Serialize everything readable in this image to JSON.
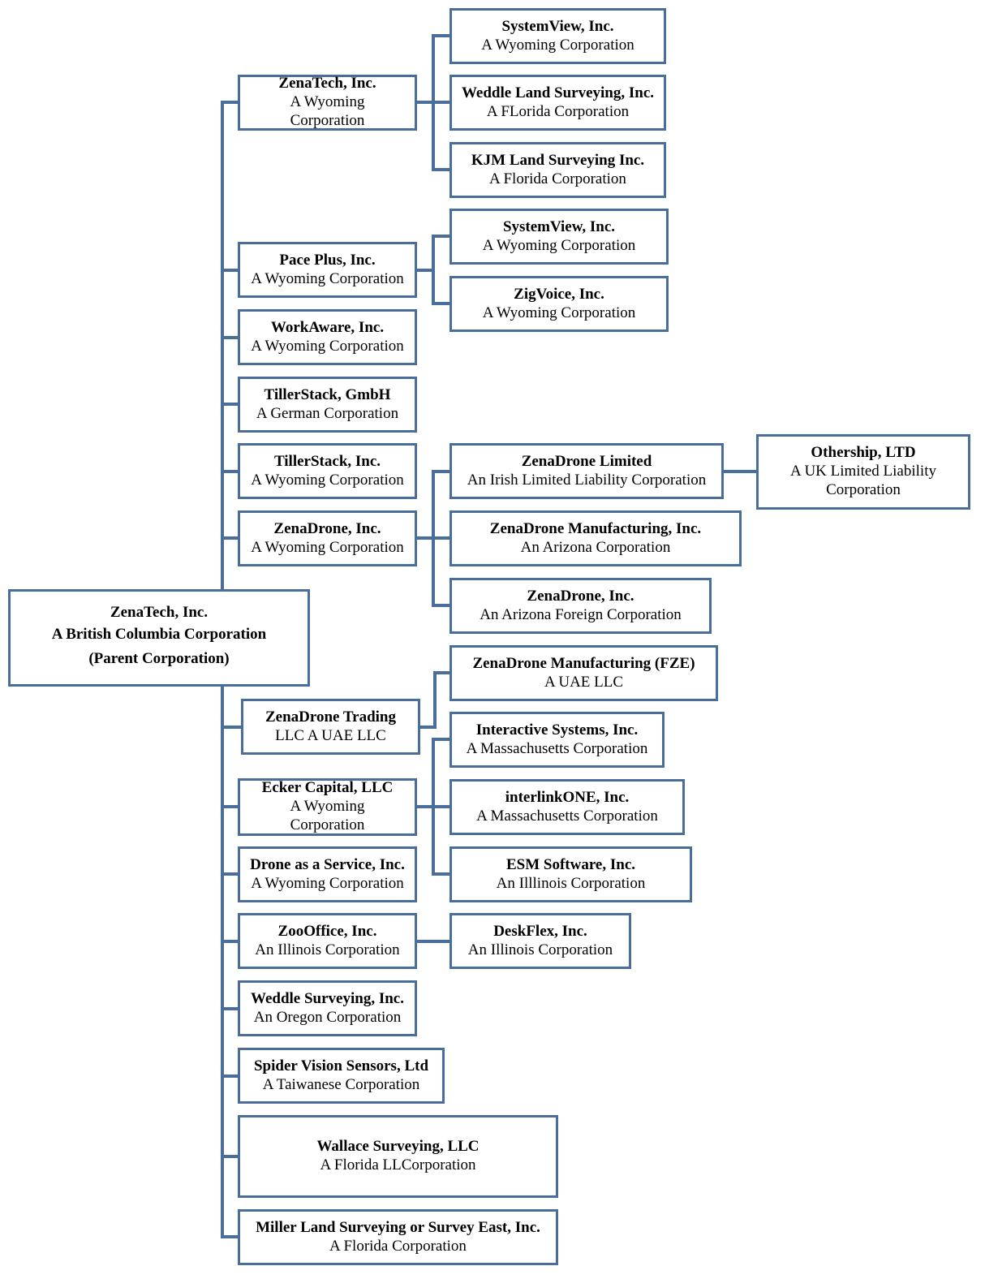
{
  "root": {
    "name": "ZenaTech, Inc.",
    "lines": [
      "A British Columbia Corporation",
      "(Parent Corporation)"
    ]
  },
  "subsidiaries": [
    {
      "name": "ZenaTech, Inc.",
      "desc": "A Wyoming Corporation",
      "children": [
        {
          "name": "SystemView, Inc.",
          "desc": "A Wyoming Corporation"
        },
        {
          "name": "Weddle Land Surveying, Inc.",
          "desc": "A FLorida Corporation"
        },
        {
          "name": "KJM Land Surveying Inc.",
          "desc": "A Florida Corporation"
        }
      ]
    },
    {
      "name": "Pace Plus, Inc.",
      "desc": "A Wyoming Corporation",
      "children": [
        {
          "name": "SystemView, Inc.",
          "desc": "A Wyoming Corporation"
        },
        {
          "name": "ZigVoice, Inc.",
          "desc": "A Wyoming Corporation"
        }
      ]
    },
    {
      "name": "WorkAware, Inc.",
      "desc": "A Wyoming Corporation"
    },
    {
      "name": "TillerStack, GmbH",
      "desc": "A German Corporation"
    },
    {
      "name": "TillerStack, Inc.",
      "desc": "A Wyoming Corporation"
    },
    {
      "name": "ZenaDrone, Inc.",
      "desc": "A Wyoming Corporation",
      "children": [
        {
          "name": "ZenaDrone Limited",
          "desc": "An Irish Limited Liability Corporation",
          "children": [
            {
              "name": "Othership, LTD",
              "desc": "A UK Limited Liability Corporation"
            }
          ]
        },
        {
          "name": "ZenaDrone Manufacturing, Inc.",
          "desc": "An Arizona Corporation"
        },
        {
          "name": "ZenaDrone, Inc.",
          "desc": "An Arizona Foreign Corporation"
        }
      ]
    },
    {
      "name": "ZenaDrone Trading",
      "desc": "LLC A UAE LLC",
      "children": [
        {
          "name": "ZenaDrone Manufacturing (FZE)",
          "desc": "A UAE LLC"
        }
      ]
    },
    {
      "name": "Ecker Capital, LLC",
      "desc": "A Wyoming Corporation",
      "children": [
        {
          "name": "Interactive Systems, Inc.",
          "desc": "A Massachusetts Corporation"
        },
        {
          "name": "interlinkONE, Inc.",
          "desc": "A Massachusetts Corporation"
        },
        {
          "name": "ESM Software, Inc.",
          "desc": "An Illlinois Corporation"
        }
      ]
    },
    {
      "name": "Drone as a Service, Inc.",
      "desc": "A Wyoming Corporation"
    },
    {
      "name": "ZooOffice, Inc.",
      "desc": "An Illinois Corporation",
      "children": [
        {
          "name": "DeskFlex, Inc.",
          "desc": "An Illinois Corporation"
        }
      ]
    },
    {
      "name": "Weddle Surveying, Inc.",
      "desc": "An Oregon Corporation"
    },
    {
      "name": "Spider Vision Sensors, Ltd",
      "desc": "A Taiwanese Corporation"
    },
    {
      "name": "Wallace Surveying, LLC",
      "desc": "A Florida LLCorporation"
    },
    {
      "name": "Miller Land Surveying or Survey East, Inc.",
      "desc": "A Florida Corporation"
    }
  ]
}
